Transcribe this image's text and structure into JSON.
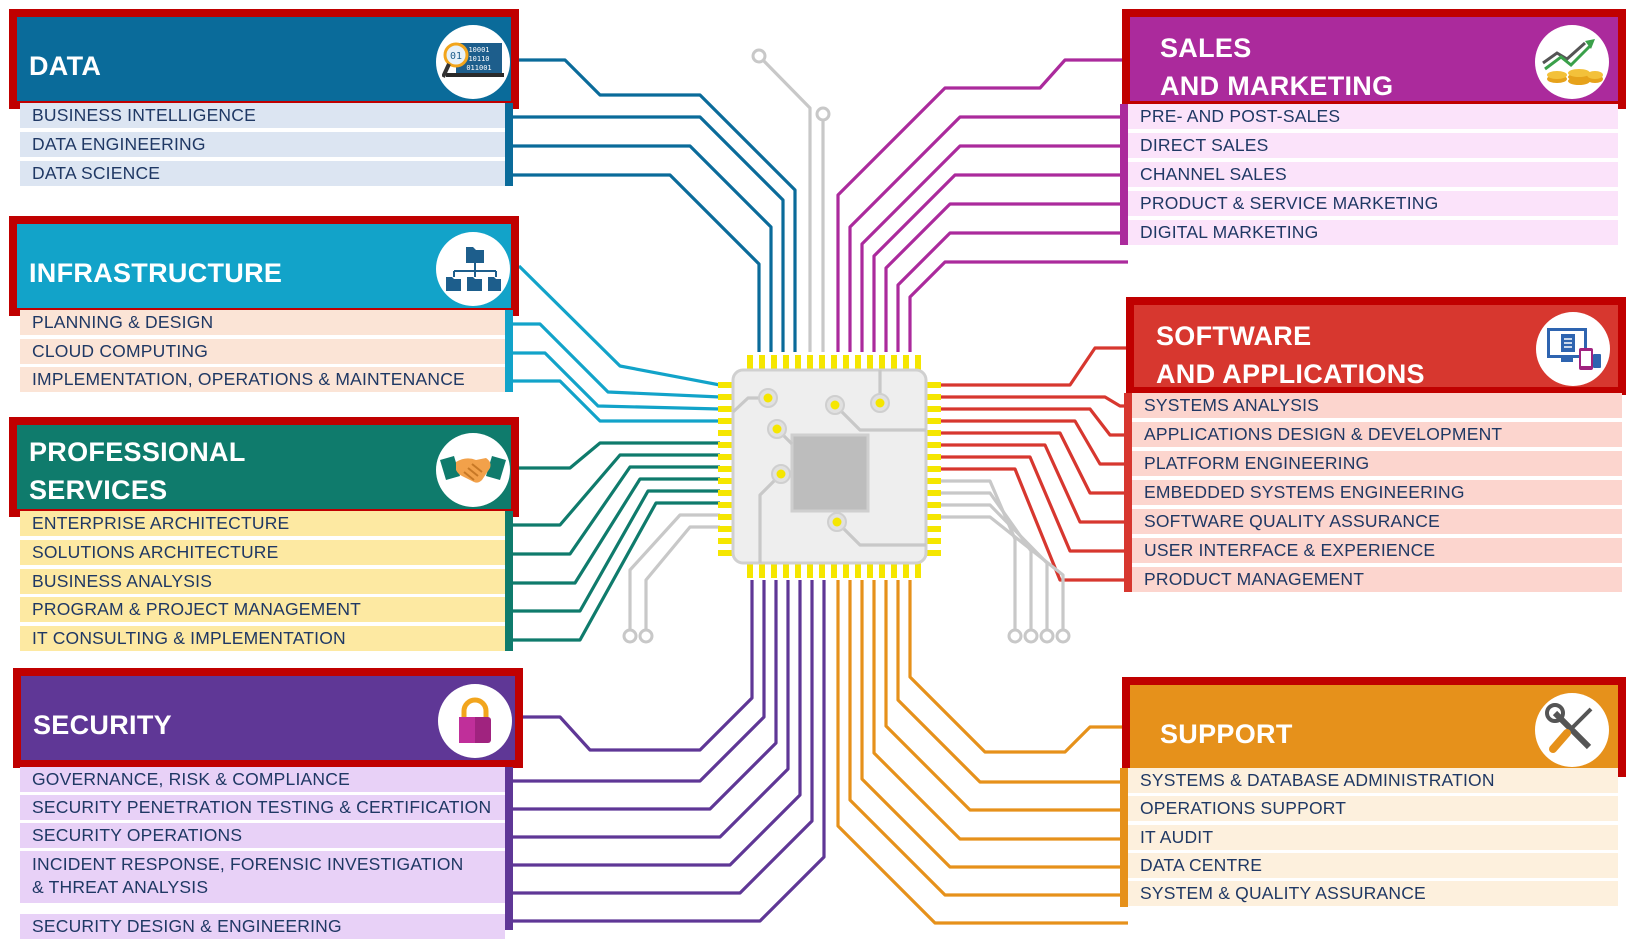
{
  "categories": {
    "data": {
      "title": "DATA",
      "color": "#0a6b9a",
      "light": "#dce5f2",
      "icon": "data-magnifier-icon",
      "items": [
        "BUSINESS INTELLIGENCE",
        "DATA ENGINEERING",
        "DATA SCIENCE"
      ]
    },
    "infrastructure": {
      "title": "INFRASTRUCTURE",
      "color": "#12a3c9",
      "light": "#fbe4d6",
      "icon": "org-chart-folders-icon",
      "items": [
        "PLANNING & DESIGN",
        "CLOUD COMPUTING",
        "IMPLEMENTATION, OPERATIONS & MAINTENANCE"
      ]
    },
    "professional": {
      "title": "PROFESSIONAL\nSERVICES",
      "color": "#0f7b6c",
      "light": "#fde9a2",
      "icon": "handshake-icon",
      "items": [
        "ENTERPRISE ARCHITECTURE",
        "SOLUTIONS ARCHITECTURE",
        "BUSINESS ANALYSIS",
        "PROGRAM & PROJECT MANAGEMENT",
        "IT CONSULTING & IMPLEMENTATION"
      ]
    },
    "security": {
      "title": "SECURITY",
      "color": "#5f3796",
      "light": "#e8d1f7",
      "icon": "padlock-icon",
      "items": [
        "GOVERNANCE, RISK & COMPLIANCE",
        "SECURITY PENETRATION TESTING & CERTIFICATION",
        "SECURITY OPERATIONS",
        "INCIDENT RESPONSE, FORENSIC INVESTIGATION\n& THREAT ANALYSIS",
        "SECURITY DESIGN & ENGINEERING"
      ]
    },
    "sales": {
      "title": "SALES\nAND MARKETING",
      "color": "#ab2a9c",
      "light": "#fbe3fa",
      "icon": "coins-growth-chart-icon",
      "items": [
        "PRE- AND POST-SALES",
        "DIRECT SALES",
        "CHANNEL SALES",
        "PRODUCT & SERVICE MARKETING",
        "DIGITAL MARKETING"
      ]
    },
    "software": {
      "title": "SOFTWARE\nAND APPLICATIONS",
      "color": "#d7372f",
      "light": "#fcd5ce",
      "icon": "devices-document-icon",
      "items": [
        "SYSTEMS ANALYSIS",
        "APPLICATIONS DESIGN & DEVELOPMENT",
        "PLATFORM ENGINEERING",
        "EMBEDDED SYSTEMS ENGINEERING",
        "SOFTWARE QUALITY ASSURANCE",
        "USER INTERFACE & EXPERIENCE",
        "PRODUCT MANAGEMENT"
      ]
    },
    "support": {
      "title": "SUPPORT",
      "color": "#e6911b",
      "light": "#fdf0dd",
      "icon": "wrench-screwdriver-icon",
      "items": [
        "SYSTEMS & DATABASE ADMINISTRATION",
        "OPERATIONS SUPPORT",
        "IT AUDIT",
        "DATA CENTRE",
        "SYSTEM & QUALITY ASSURANCE"
      ]
    }
  },
  "colors": {
    "frame_red": "#c00000",
    "label_text": "#1f3864",
    "chip_pin": "#f5e600",
    "chip_body": "#eeeeee",
    "trace_grey": "#c8c8c8"
  }
}
